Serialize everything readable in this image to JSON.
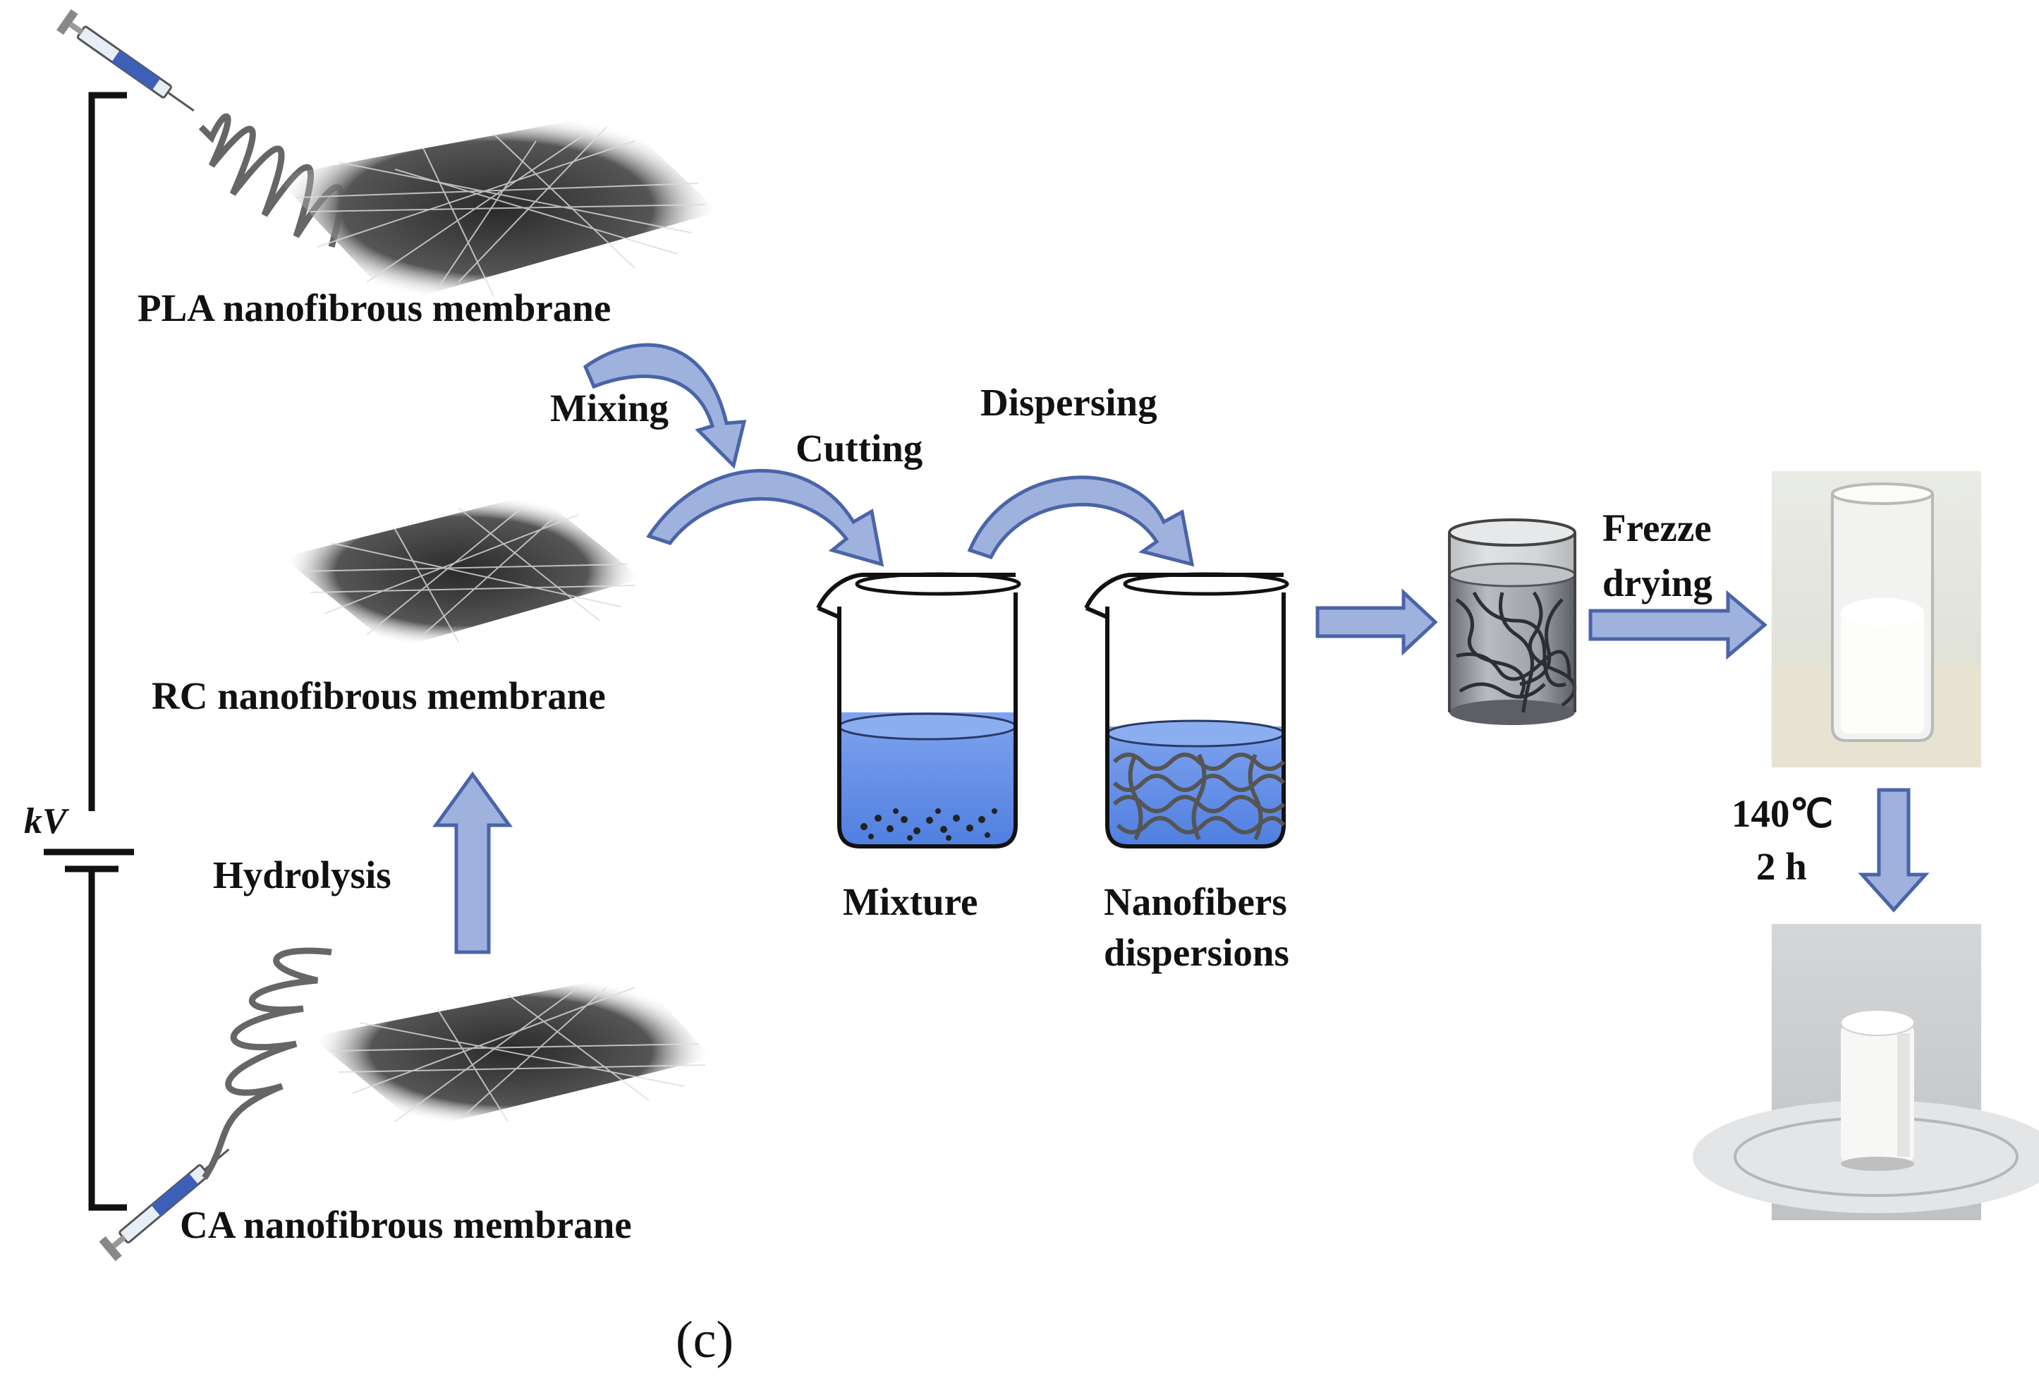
{
  "labels": {
    "pla": "PLA nanofibrous membrane",
    "rc": "RC nanofibrous membrane",
    "ca": "CA nanofibrous membrane",
    "mixing": "Mixing",
    "cutting": "Cutting",
    "dispersing": "Dispersing",
    "hydrolysis": "Hydrolysis",
    "mixture": "Mixture",
    "nanofibers_line1": "Nanofibers",
    "nanofibers_line2": "dispersions",
    "freeze_line1": "Frezze",
    "freeze_line2": "drying",
    "temp": "140℃",
    "time": "2 h",
    "voltage": "kV",
    "caption": "(c)"
  },
  "colors": {
    "arrow_fill": "#9fb1dd",
    "arrow_stroke": "#4a64a8",
    "liquid": "#6f95e6",
    "fiber": "#333333"
  }
}
